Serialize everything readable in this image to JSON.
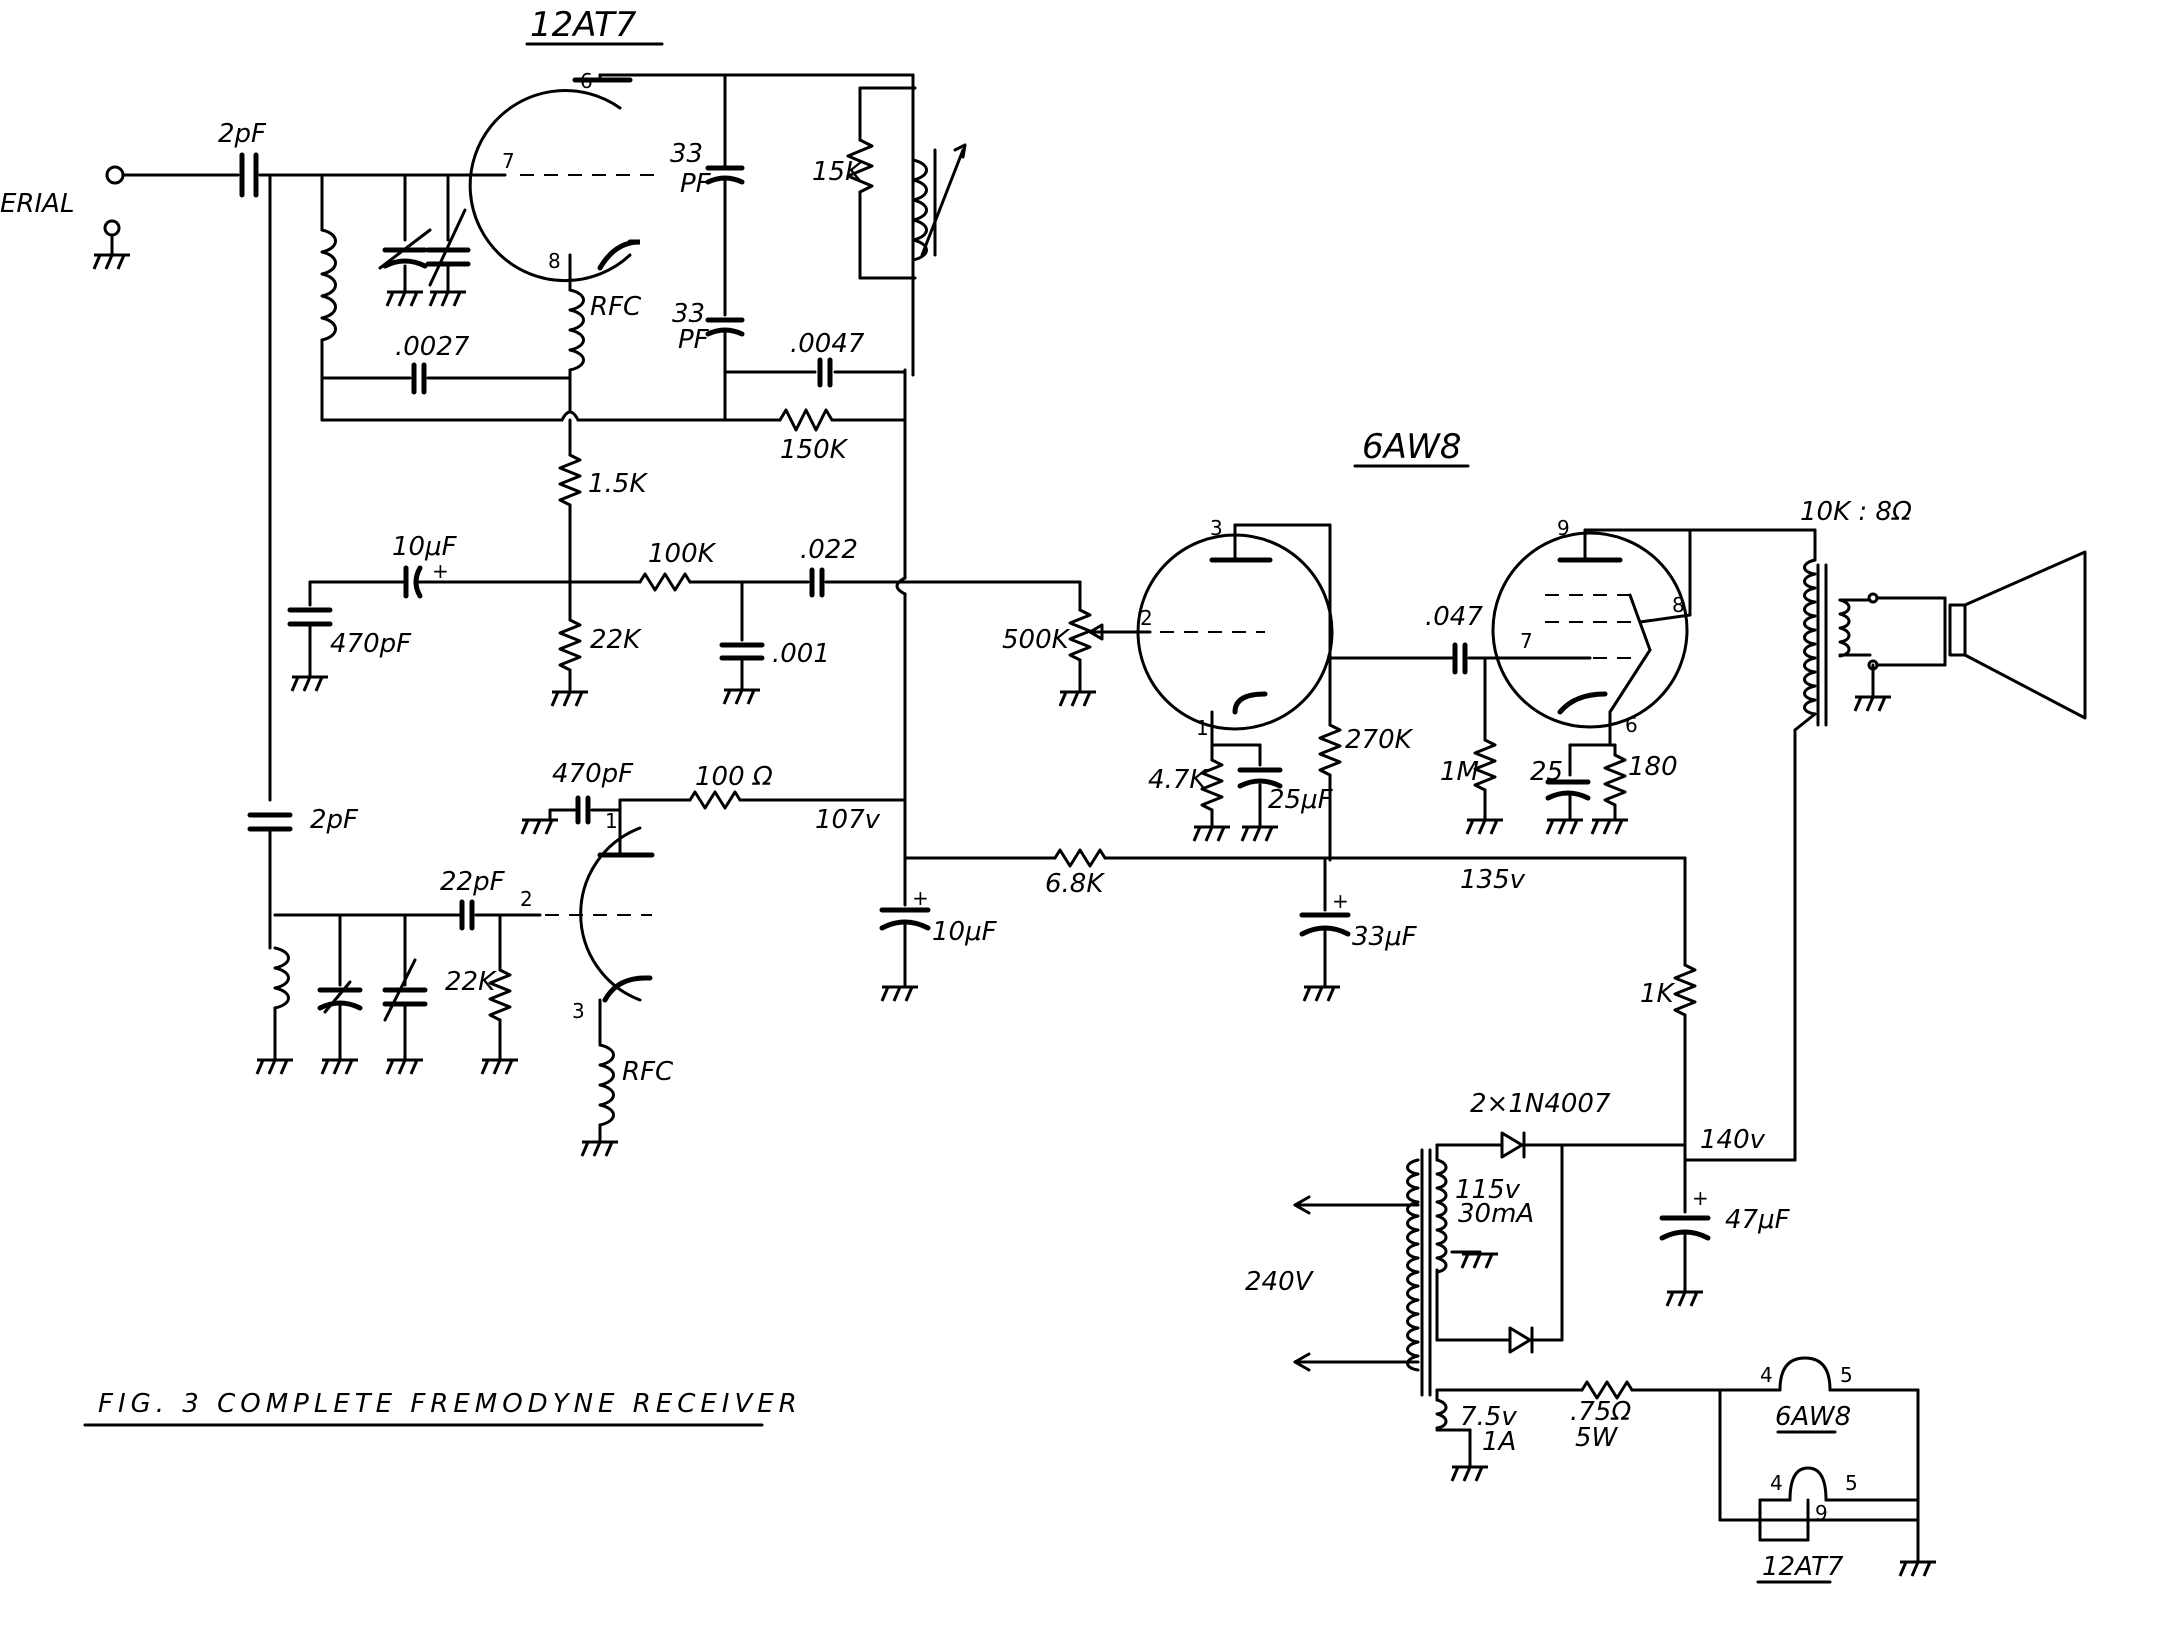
{
  "diagram": {
    "caption": "FIG. 3   COMPLETE FREMODYNE RECEIVER",
    "tubes": {
      "first": "12AT7",
      "second": "6AW8",
      "heater_6aw8": "6AW8",
      "heater_12at7": "12AT7"
    },
    "labels": {
      "aerial": "ERIAL",
      "c_2pf_in": "2pF",
      "c_33pf_top": "33",
      "c_33pf_top_unit": "PF",
      "c_33pf_low": "33",
      "c_33pf_low_unit": "PF",
      "r_15k": "15K",
      "rfc_top": "RFC",
      "c_0027": ".0027",
      "c_0047": ".0047",
      "r_150k": "150K",
      "r_1_5k": "1.5K",
      "c_10uf_coupling": "10μF",
      "r_100k": "100K",
      "c_022": ".022",
      "c_470pf_left": "470pF",
      "r_22k_top": "22K",
      "c_001": ".001",
      "c_2pf_osc": "2pF",
      "c_470pf_osc": "470pF",
      "r_100ohm": "100 Ω",
      "v_107": "107v",
      "c_22pf": "22pF",
      "r_22k_osc": "22K",
      "rfc_osc": "RFC",
      "c_10uf_filter": "10μF",
      "r_6_8k": "6.8K",
      "pot_500k": "500K",
      "r_4_7k": "4.7K",
      "c_25uf": "25μF",
      "r_270k": "270K",
      "c_047": ".047",
      "r_1m": "1M",
      "c_25": "25",
      "r_180": "180",
      "v_135": "135v",
      "c_33uf": "33μF",
      "r_1k": "1K",
      "transformer_out": "10K : 8Ω",
      "diodes": "2×1N4007",
      "v_140": "140v",
      "sec_115v": "115v",
      "sec_30ma": "30mA",
      "c_47uf": "47μF",
      "mains_240v": "240V",
      "heater_7_5v": "7.5v",
      "heater_1a": "1A",
      "r_75ohm": ".75Ω",
      "r_75ohm_watt": "5W"
    },
    "pins": {
      "t1_6": "6",
      "t1_7": "7",
      "t1_8": "8",
      "t1_1": "1",
      "t1_2": "2",
      "t1_3": "3",
      "t2_3": "3",
      "t2_2": "2",
      "t2_1": "1",
      "t2_9": "9",
      "t2_8": "8",
      "t2_7": "7",
      "t2_6": "6",
      "h6_4": "4",
      "h6_5": "5",
      "h12_4": "4",
      "h12_5": "5",
      "h12_9": "9"
    }
  }
}
